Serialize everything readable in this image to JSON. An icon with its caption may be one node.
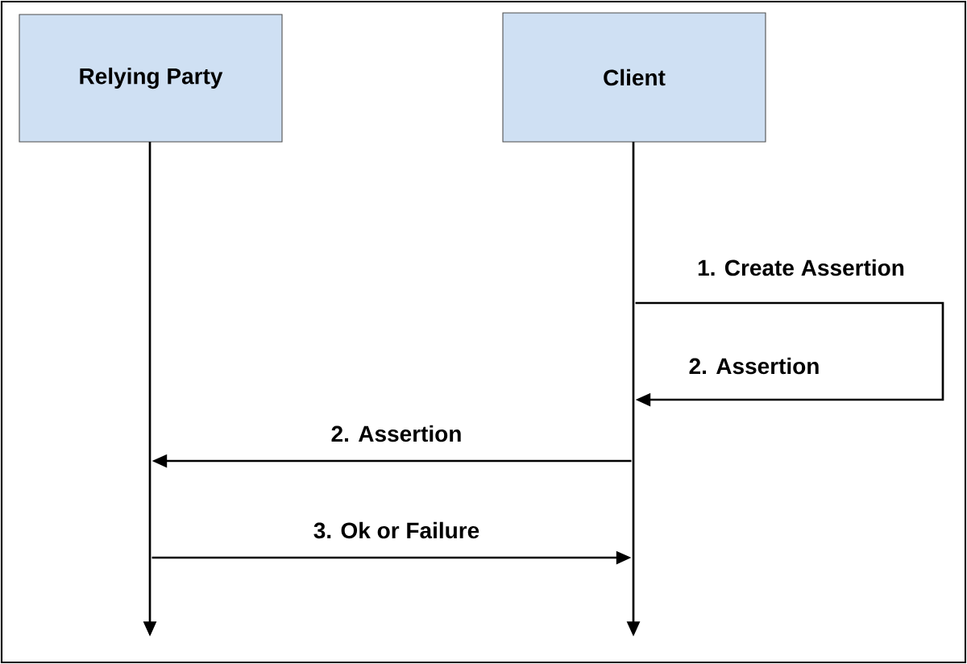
{
  "diagram": {
    "nodes": [
      {
        "text": [
          "Relying Party"
        ]
      },
      {
        "text": [
          "Client"
        ]
      },
      {
        "text": [],
        "shape": "line"
      },
      {
        "text": [],
        "shape": "line"
      }
    ],
    "edges": [
      {
        "from": 3,
        "to": 3,
        "arrow": "to",
        "label": "1. Create Assertion"
      },
      {
        "from": 3,
        "to": 2,
        "arrow": "to",
        "label": "2. Assertion"
      },
      {
        "from": 2,
        "to": 3,
        "arrow": "to",
        "label": "3. Ok or Failure"
      }
    ],
    "labels": [
      "2. Assertion"
    ]
  }
}
